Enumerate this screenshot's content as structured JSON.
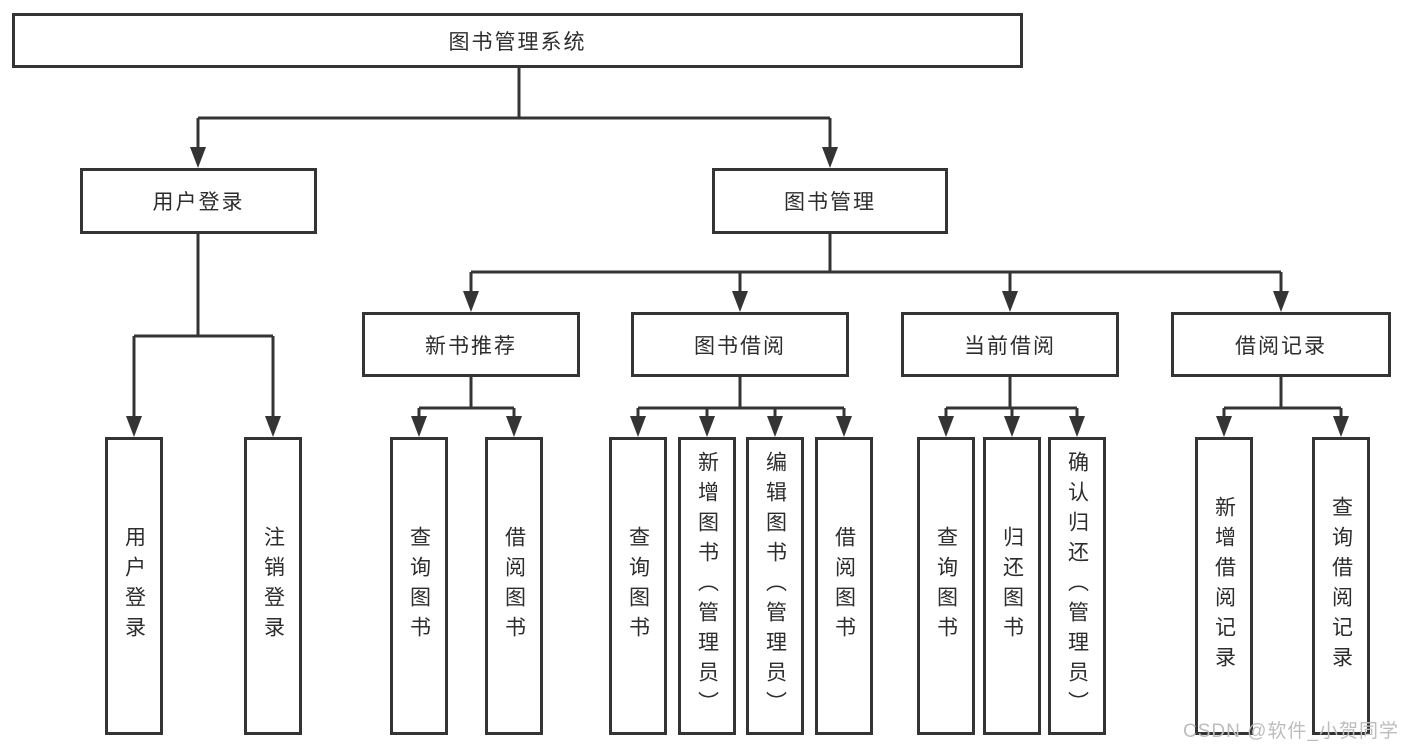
{
  "title": "图书管理系统",
  "watermark": "CSDN @软件_小贺同学",
  "colors": {
    "line": "#343434",
    "box_border": "#343434",
    "box_background": "#ffffff",
    "text": "#2d2d2d",
    "watermark": "#bdbdbd"
  },
  "nodes": {
    "root": {
      "label": "图书管理系统"
    },
    "userLogin": {
      "label": "用户登录",
      "children": [
        {
          "label": "用户登录"
        },
        {
          "label": "注销登录"
        }
      ]
    },
    "bookMgmt": {
      "label": "图书管理",
      "children": [
        {
          "label": "新书推荐",
          "children": [
            {
              "label": "查询图书"
            },
            {
              "label": "借阅图书"
            }
          ]
        },
        {
          "label": "图书借阅",
          "children": [
            {
              "label": "查询图书"
            },
            {
              "label": "新增图书（管理员）"
            },
            {
              "label": "编辑图书（管理员）"
            },
            {
              "label": "借阅图书"
            }
          ]
        },
        {
          "label": "当前借阅",
          "children": [
            {
              "label": "查询图书"
            },
            {
              "label": "归还图书"
            },
            {
              "label": "确认归还（管理员）"
            }
          ]
        },
        {
          "label": "借阅记录",
          "children": [
            {
              "label": "新增借阅记录"
            },
            {
              "label": "查询借阅记录"
            }
          ]
        }
      ]
    }
  }
}
